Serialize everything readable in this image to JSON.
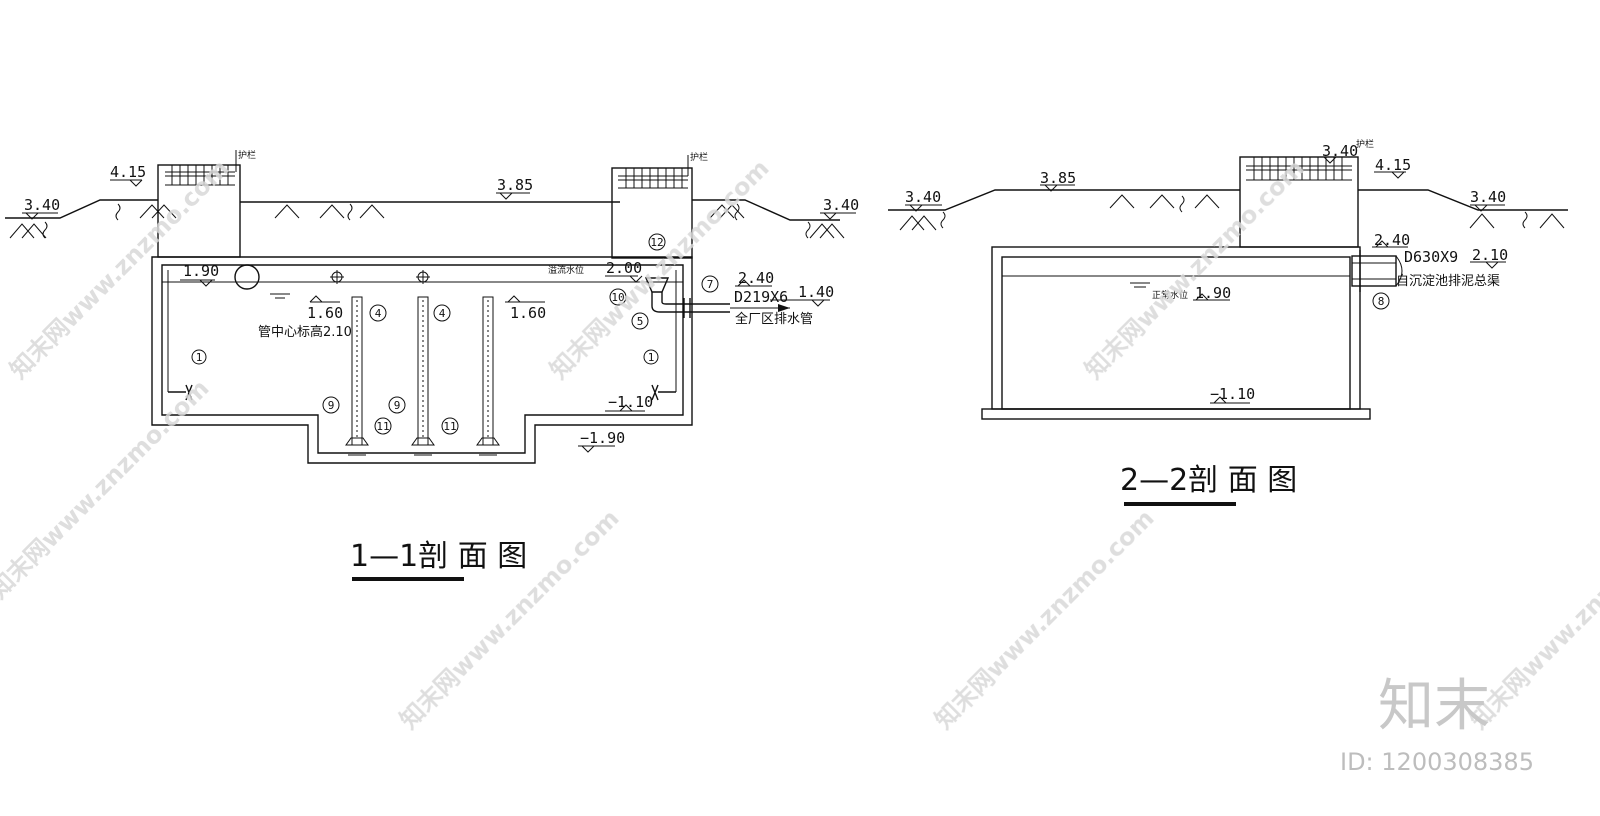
{
  "section_1": {
    "title": "1—1剖 面 图",
    "elevations": {
      "left_ground": "3.40",
      "left_wall_top": "4.15",
      "berm": "3.85",
      "right_ground": "3.40",
      "water_level": "1.90",
      "overflow_level": "2.00",
      "pipe_out": "2.40",
      "pipe_level": "1.40",
      "inlet_left": "1.60",
      "inlet_right": "1.60",
      "floor_upper": "−1.10",
      "floor_lower": "−1.90",
      "pipe_center_label": "管中心标高2.10"
    },
    "labels": {
      "guardrail_left": "护栏",
      "guardrail_right": "护栏",
      "overflow_water": "溢流水位",
      "drain_pipe_size": "D219X6",
      "drain_pipe_name": "全厂区排水管"
    },
    "callouts": [
      "1",
      "1",
      "4",
      "4",
      "5",
      "7",
      "9",
      "9",
      "10",
      "11",
      "11",
      "12"
    ]
  },
  "section_2": {
    "title": "2—2剖 面 图",
    "elevations": {
      "left_ground": "3.40",
      "berm": "3.85",
      "rail_top": "3.40",
      "wall_top": "4.15",
      "right_ground": "3.40",
      "pipe_top": "2.40",
      "pipe_level": "2.10",
      "water_level": "1.90",
      "floor": "−1.10"
    },
    "labels": {
      "guardrail": "护栏",
      "normal_water": "正常水位",
      "pipe_size": "D630X9",
      "pipe_name": "自沉淀池排泥总渠"
    },
    "callouts": [
      "8"
    ]
  },
  "watermark": {
    "brand_text": "知末网www.znzmo.com",
    "logo": "知末",
    "id_label": "ID: 1200308385"
  }
}
